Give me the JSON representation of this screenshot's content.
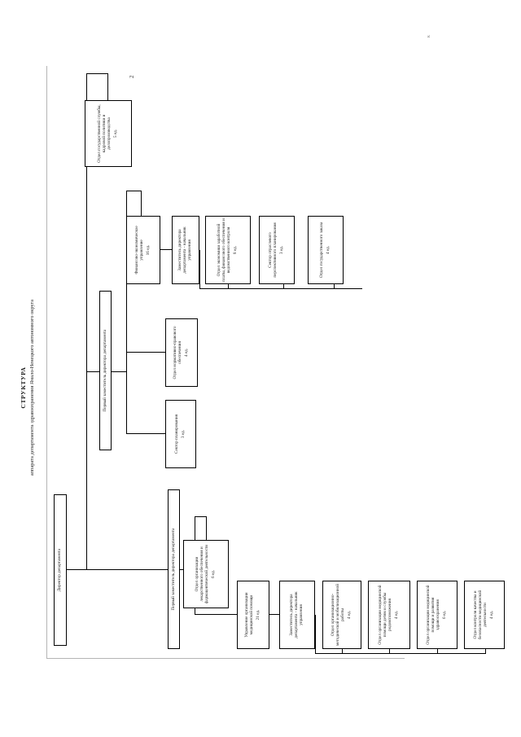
{
  "page": {
    "number": "2",
    "corner_mark": "к"
  },
  "header": {
    "title": "СТРУКТУРА",
    "subtitle": "аппарата департамента здравоохранения Ямало-Ненецкого автономного округа"
  },
  "top": {
    "director": "Директор департамента"
  },
  "deputies": {
    "first_deputy_apparat": "Первый заместитель директора департамента",
    "first_deputy_left": "Первый заместитель директора департамента"
  },
  "units": {
    "state_service": {
      "title": "Отдел государственной службы, кадровой политики и делопроизводства",
      "count": "5 ед."
    },
    "finance_economy": {
      "title": "Финансово-экономическое управление",
      "count": "16 ед."
    },
    "deputy_head_of_dept": {
      "title": "Заместитель директора департамента - начальник управления",
      "count": ""
    },
    "salary_economics": {
      "title": "Отдел экономики заработной платы, финансового обеспечения и ведомственного контроля",
      "count": "8 ед."
    },
    "sector_planning_branch": {
      "title": "Сектор отраслевого перспективного планирования",
      "count": "3 ед."
    },
    "state_order": {
      "title": "Отдел государственного заказа",
      "count": "4 ед."
    },
    "normative_legal": {
      "title": "Отдел нормативно-правового обеспечения",
      "count": "4 ед."
    },
    "sector_planning": {
      "title": "Сектор планирования",
      "count": "3 ед."
    },
    "pharma": {
      "title": "Отдел организации лекарственного обеспечения и фармацевтической деятельности",
      "count": "6 ед."
    },
    "med_help_management": {
      "title": "Управление организации медицинской помощи",
      "count": "21 ед."
    },
    "deputy_dept_head_mgr": {
      "title": "Заместитель директора департамента - начальник управления",
      "count": ""
    },
    "mobilization": {
      "title": "Отдел организационно-методической и мобилизационной работы",
      "count": "4 ед."
    },
    "mother_child": {
      "title": "Отдел организации медицинской помощи детям и службы родовспоможения",
      "count": "4 ед."
    },
    "healthcare_development": {
      "title": "Отдел организации медицинской помощи и развития здравоохранения",
      "count": "6 ед."
    },
    "quality_control": {
      "title": "Отдел контроля качества и безопасности медицинской деятельности",
      "count": "4 ед."
    }
  },
  "chart_data": {
    "type": "diagram",
    "title": "СТРУКТУРА аппарата департамента здравоохранения Ямало-Ненецкого автономного округа",
    "orientation": "rotated-90-landscape-on-portrait",
    "nodes": [
      {
        "id": "director",
        "label": "Директор департамента",
        "level": 0,
        "count": ""
      },
      {
        "id": "first_deputy_apparat",
        "label": "Первый заместитель директора департамента",
        "level": 1,
        "count": ""
      },
      {
        "id": "first_deputy_left",
        "label": "Первый заместитель директора департамента",
        "level": 1,
        "count": ""
      },
      {
        "id": "state_service",
        "label": "Отдел государственной службы, кадровой политики и делопроизводства",
        "level": 2,
        "count": "5 ед."
      },
      {
        "id": "finance_economy",
        "label": "Финансово-экономическое управление",
        "level": 2,
        "count": "16 ед."
      },
      {
        "id": "deputy_head_of_dept",
        "label": "Заместитель директора департамента - начальник управления",
        "level": 3,
        "count": ""
      },
      {
        "id": "salary_economics",
        "label": "Отдел экономики заработной платы, финансового обеспечения и ведомственного контроля",
        "level": 3,
        "count": "8 ед."
      },
      {
        "id": "sector_planning_branch",
        "label": "Сектор отраслевого перспективного планирования",
        "level": 3,
        "count": "3 ед."
      },
      {
        "id": "state_order",
        "label": "Отдел государственного заказа",
        "level": 3,
        "count": "4 ед."
      },
      {
        "id": "normative_legal",
        "label": "Отдел нормативно-правового обеспечения",
        "level": 2,
        "count": "4 ед."
      },
      {
        "id": "sector_planning",
        "label": "Сектор планирования",
        "level": 2,
        "count": "3 ед."
      },
      {
        "id": "pharma",
        "label": "Отдел организации лекарственного обеспечения и фармацевтической деятельности",
        "level": 2,
        "count": "6 ед."
      },
      {
        "id": "med_help_management",
        "label": "Управление организации медицинской помощи",
        "level": 2,
        "count": "21 ед."
      },
      {
        "id": "deputy_dept_head_mgr",
        "label": "Заместитель директора департамента - начальник управления",
        "level": 3,
        "count": ""
      },
      {
        "id": "mobilization",
        "label": "Отдел организационно-методической и мобилизационной работы",
        "level": 3,
        "count": "4 ед."
      },
      {
        "id": "mother_child",
        "label": "Отдел организации медицинской помощи детям и службы родовспоможения",
        "level": 3,
        "count": "4 ед."
      },
      {
        "id": "healthcare_development",
        "label": "Отдел организации медицинской помощи и развития здравоохранения",
        "level": 3,
        "count": "6 ед."
      },
      {
        "id": "quality_control",
        "label": "Отдел контроля качества и безопасности медицинской деятельности",
        "level": 3,
        "count": "4 ед."
      }
    ],
    "edges": [
      [
        "director",
        "first_deputy_apparat"
      ],
      [
        "director",
        "first_deputy_left"
      ],
      [
        "director",
        "state_service"
      ],
      [
        "first_deputy_apparat",
        "finance_economy"
      ],
      [
        "first_deputy_apparat",
        "normative_legal"
      ],
      [
        "first_deputy_apparat",
        "sector_planning"
      ],
      [
        "finance_economy",
        "deputy_head_of_dept"
      ],
      [
        "finance_economy",
        "salary_economics"
      ],
      [
        "finance_economy",
        "sector_planning_branch"
      ],
      [
        "finance_economy",
        "state_order"
      ],
      [
        "first_deputy_left",
        "pharma"
      ],
      [
        "first_deputy_left",
        "med_help_management"
      ],
      [
        "med_help_management",
        "deputy_dept_head_mgr"
      ],
      [
        "med_help_management",
        "mobilization"
      ],
      [
        "med_help_management",
        "mother_child"
      ],
      [
        "med_help_management",
        "healthcare_development"
      ],
      [
        "med_help_management",
        "quality_control"
      ]
    ]
  }
}
